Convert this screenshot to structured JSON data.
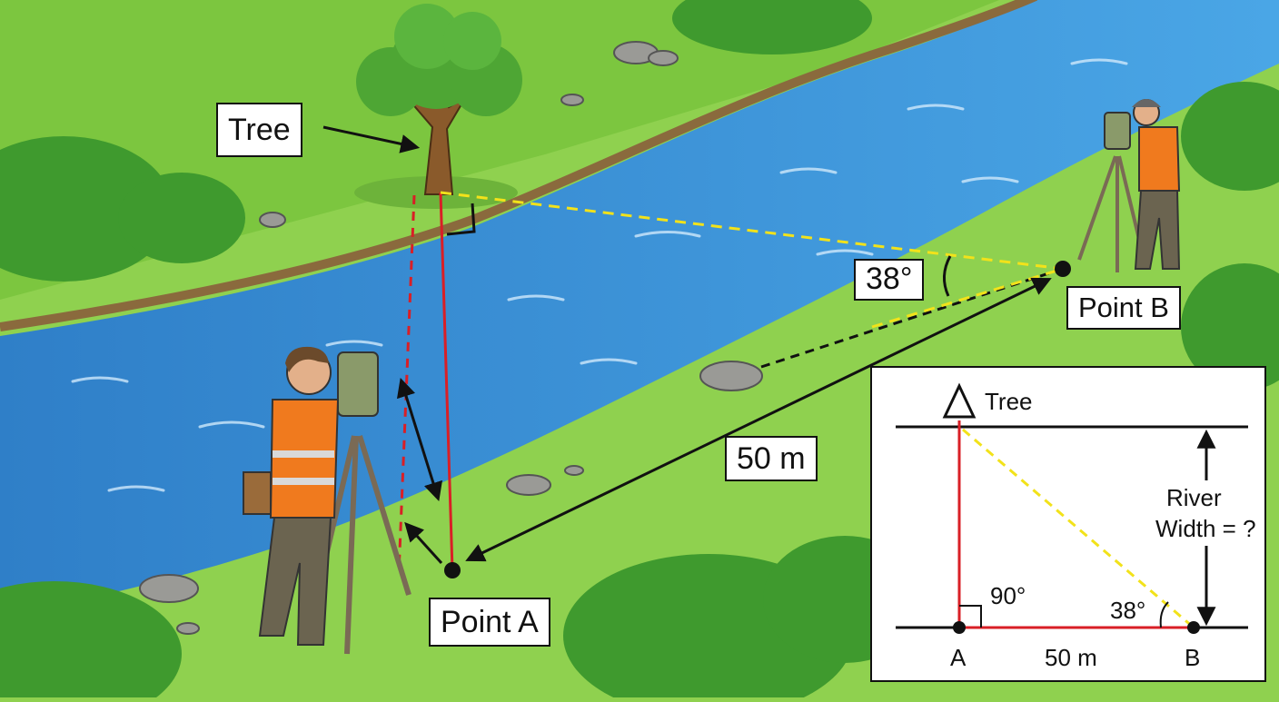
{
  "labels": {
    "tree": "Tree",
    "point_a": "Point A",
    "point_b": "Point B",
    "angle": "38°",
    "distance": "50 m"
  },
  "inset": {
    "tree": "Tree",
    "river_width_line1": "River",
    "river_width_line2": "Width = ?",
    "right_angle": "90°",
    "angle_b": "38°",
    "point_a": "A",
    "point_b": "B",
    "baseline": "50 m"
  },
  "colors": {
    "river": "#3a8fd6",
    "grass": "#8fd14f",
    "sight_line_red": "#d91f26",
    "sight_line_yellow": "#f2e21a",
    "vest": "#f07a1e"
  }
}
